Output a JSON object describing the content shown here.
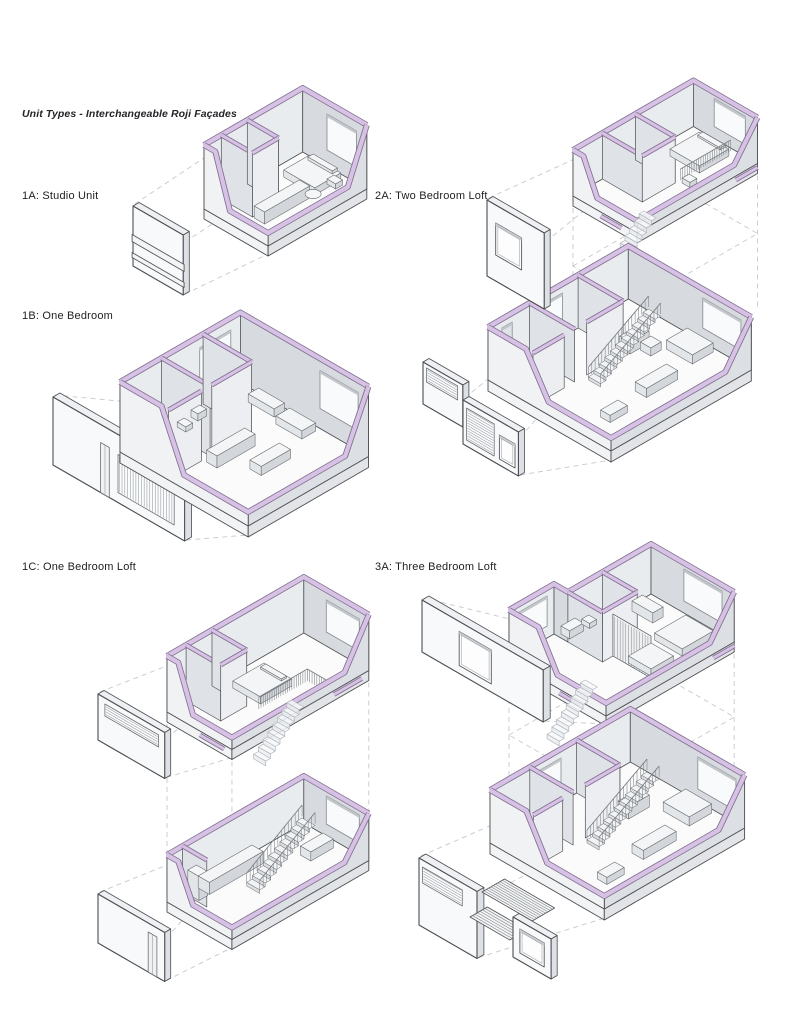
{
  "page": {
    "title": "Unit Types - Interchangeable Roji Façades"
  },
  "units": [
    {
      "id": "1a",
      "label": "1A: Studio Unit"
    },
    {
      "id": "1b",
      "label": "1B: One Bedroom"
    },
    {
      "id": "1c",
      "label": "1C: One Bedroom Loft"
    },
    {
      "id": "2a",
      "label": "2A: Two Bedroom Loft"
    },
    {
      "id": "3a",
      "label": "3A: Three Bedroom Loft"
    }
  ],
  "colors": {
    "accent": "#d7c1e5",
    "accent_dark": "#80708f",
    "line": "#4c4e51",
    "dash": "#c6c9cc"
  }
}
